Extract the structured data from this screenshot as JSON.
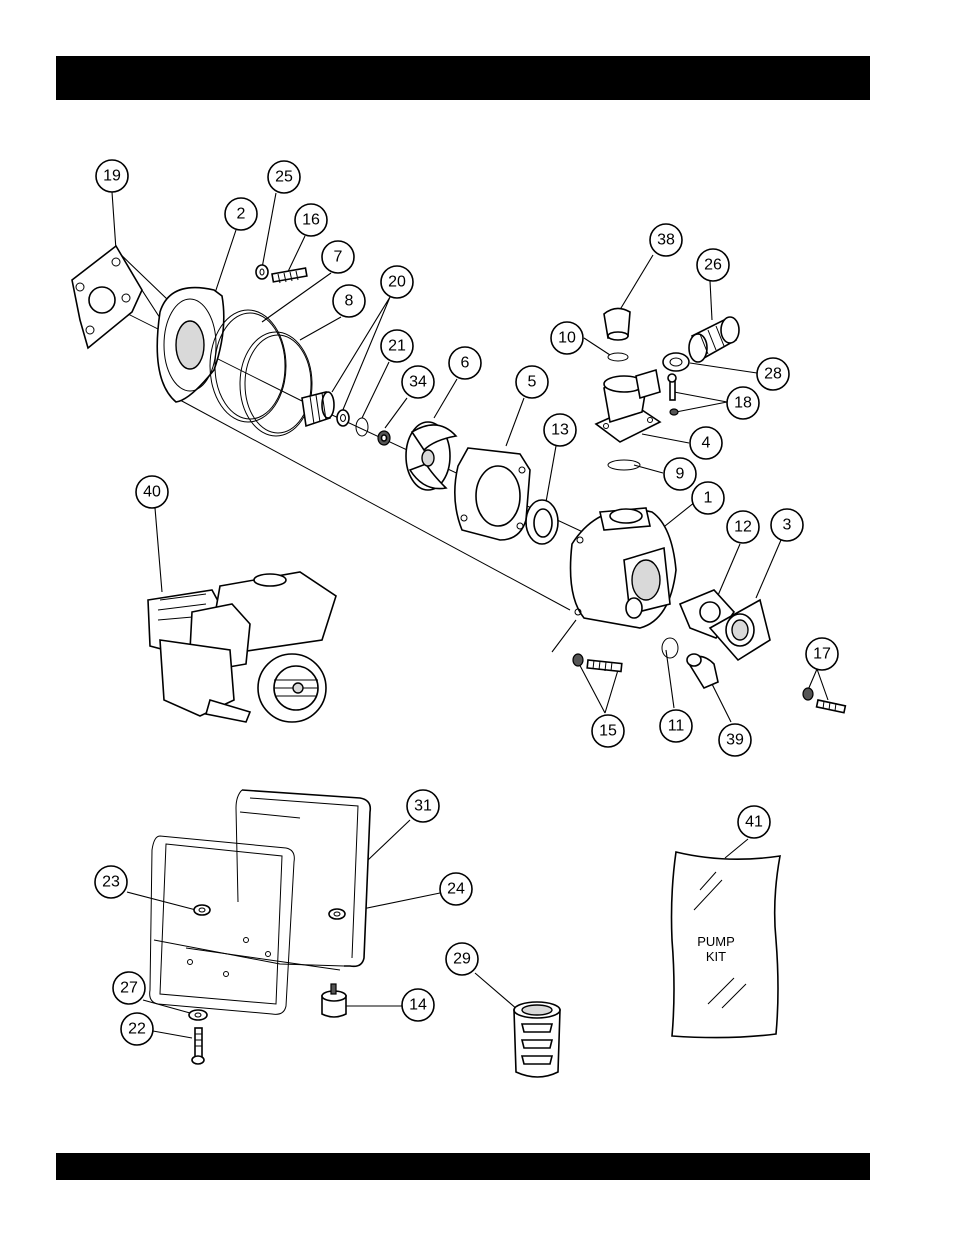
{
  "callouts": [
    {
      "n": "19"
    },
    {
      "n": "2"
    },
    {
      "n": "25"
    },
    {
      "n": "16"
    },
    {
      "n": "7"
    },
    {
      "n": "8"
    },
    {
      "n": "20"
    },
    {
      "n": "21"
    },
    {
      "n": "34"
    },
    {
      "n": "6"
    },
    {
      "n": "5"
    },
    {
      "n": "13"
    },
    {
      "n": "10"
    },
    {
      "n": "38"
    },
    {
      "n": "26"
    },
    {
      "n": "28"
    },
    {
      "n": "18"
    },
    {
      "n": "4"
    },
    {
      "n": "9"
    },
    {
      "n": "1"
    },
    {
      "n": "12"
    },
    {
      "n": "3"
    },
    {
      "n": "17"
    },
    {
      "n": "40"
    },
    {
      "n": "15"
    },
    {
      "n": "11"
    },
    {
      "n": "39"
    },
    {
      "n": "31"
    },
    {
      "n": "41"
    },
    {
      "n": "23"
    },
    {
      "n": "24"
    },
    {
      "n": "27"
    },
    {
      "n": "22"
    },
    {
      "n": "14"
    },
    {
      "n": "29"
    }
  ],
  "kit_label": {
    "line1": "PUMP",
    "line2": "KIT"
  }
}
